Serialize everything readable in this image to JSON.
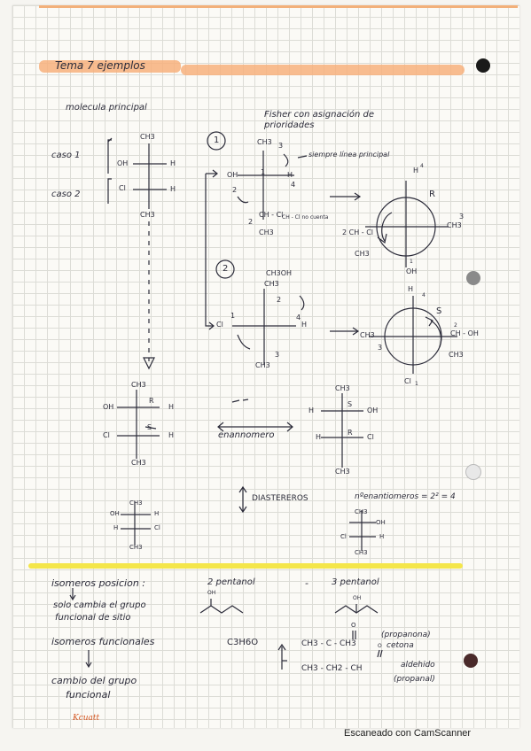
{
  "header": {
    "title": "Tema 7 ejemplos",
    "highlight_color": "#f7b07c"
  },
  "left_column": {
    "label": "molecula principal",
    "caso1": "caso 1",
    "caso2": "caso 2",
    "ch3_top": "CH3",
    "oh": "OH",
    "h1": "H",
    "cl": "Cl",
    "h2": "H",
    "ch3_bottom": "CH3"
  },
  "fisher": {
    "title_line1": "Fisher con asignación de",
    "title_line2": "prioridades",
    "step1": "1",
    "step2": "2",
    "note_principal": "siempre línea principal",
    "no_cuenta": "CH - Cl no cuenta"
  },
  "example1": {
    "ch3": "CH3",
    "n3": "3",
    "oh": "OH",
    "n1": "1",
    "h": "H",
    "n4": "4",
    "n2": "2",
    "bottom": "CH - Cl",
    "n2b": "2",
    "ch3b": "CH3",
    "r_h": "H",
    "r_h4": "4",
    "r_label": "R",
    "r_ch3": "CH3",
    "r_n3": "3",
    "r_ch_cl": "2 CH - Cl",
    "r_ch3b": "CH3",
    "r_oh": "OH",
    "r_n1": "1"
  },
  "example2": {
    "ch3oh": "CH3OH",
    "ch3": "CH3",
    "n2": "2",
    "cl": "Cl",
    "n1": "1",
    "h": "H",
    "n4": "4",
    "n3": "3",
    "ch3b": "CH3",
    "s_h": "H",
    "s_h4": "4",
    "s_label": "S",
    "s_ch3": "CH3",
    "s_n3": "3",
    "s_choh": "CH - OH",
    "s_n2": "2",
    "s_ch3r": "CH3",
    "s_cl": "Cl",
    "s_n1": "1"
  },
  "middle": {
    "ch3_top": "CH3",
    "oh": "OH",
    "r": "R",
    "h1": "H",
    "cl": "Cl",
    "s": "S",
    "h2": "H",
    "ch3_bottom": "CH3",
    "enantiomer_label": "enannomero",
    "m_ch3_top": "CH3",
    "m_h": "H",
    "m_s": "S",
    "m_oh": "OH",
    "m_h2": "H",
    "m_r": "R",
    "m_cl": "Cl",
    "m_ch3_bottom": "CH3",
    "diastereomer_label": "DIASTEREROS",
    "count_formula": "nºenantiomeros = 2² = 4"
  },
  "bottom_pair": {
    "left": {
      "ch3_top": "CH3",
      "oh": "OH",
      "h1": "H",
      "h2": "H",
      "cl": "Cl",
      "ch3_bottom": "CH3"
    },
    "right": {
      "ch3_top": "CH3",
      "oh": "OH",
      "cl": "Cl",
      "h": "H",
      "ch3_bottom": "CH3"
    }
  },
  "lower": {
    "position_isomers": "isomeros posicion :",
    "pentanol2": "2 pentanol",
    "dash": "-",
    "pentanol3": "3 pentanol",
    "oh_a": "OH",
    "oh_b": "OH",
    "position_note_1": "solo cambia el grupo",
    "position_note_2": "funcional de sitio",
    "functional_isomers": "isomeros funcionales",
    "formula": "C3H6O",
    "ketone": "CH3 - C - CH3",
    "ketone_o": "O",
    "ketone_name1": "(propanona)",
    "ketone_name2": "cetona",
    "aldehyde": "CH3 - CH2 - CH",
    "aldehyde_o": "O",
    "aldehyde_name1": "aldehido",
    "aldehyde_name2": "(propanal)",
    "functional_note_1": "cambio del grupo",
    "functional_note_2": "funcional"
  },
  "footer": {
    "brand": "Kcuatt",
    "scanner": "Escaneado con CamScanner"
  }
}
